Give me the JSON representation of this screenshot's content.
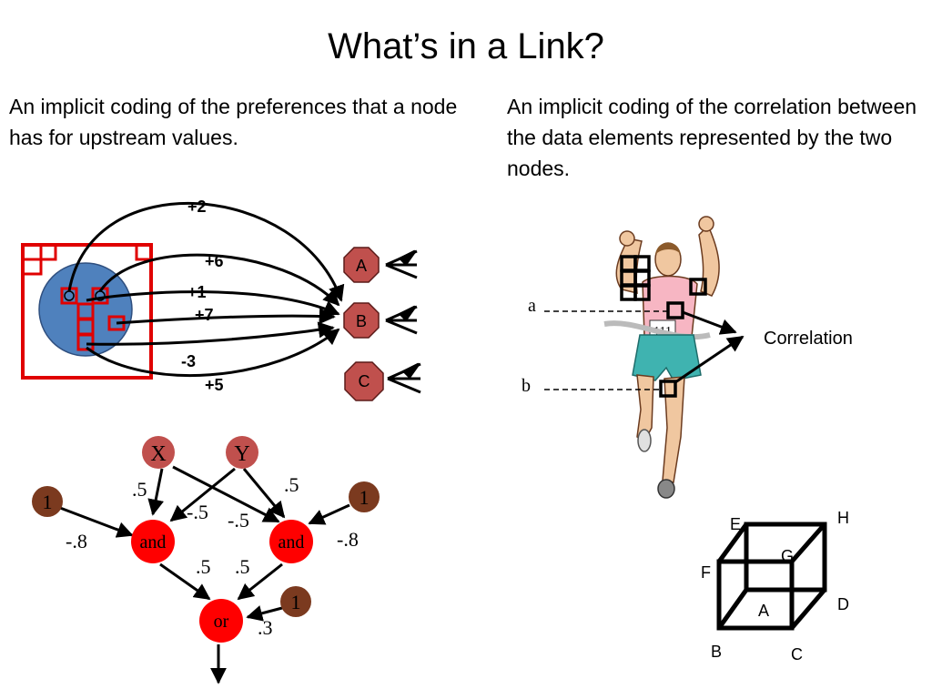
{
  "title": "What’s in a Link?",
  "captions": {
    "left": "An implicit coding of the preferences that a node has for upstream values.",
    "right": "An implicit coding of the correlation between the data elements represented by the two nodes."
  },
  "colors": {
    "octagon_fill": "#c0504d",
    "blue_node": "#4f81bd",
    "red_accent": "#e00000",
    "logic_red": "#ff0000",
    "input_rose": "#c0504d",
    "bias_brown": "#7b3a1f"
  },
  "preference": {
    "weights": [
      "+2",
      "+6",
      "+1",
      "+7",
      "-3",
      "+5"
    ],
    "targets": [
      "A",
      "B",
      "C"
    ]
  },
  "logic": {
    "inputs": [
      "X",
      "Y"
    ],
    "bias": "1",
    "gates": {
      "and": "and",
      "or": "or"
    },
    "weights": {
      "x_and_left": ".5",
      "y_and_right": ".5",
      "y_and_left": "-.5",
      "x_and_right": "-.5",
      "bias_left": "-.8",
      "bias_right": "-.8",
      "and_left_or": ".5",
      "and_right_or": ".5",
      "bias_or": ".3"
    }
  },
  "runner": {
    "label_a": "a",
    "label_b": "b",
    "bib": "111",
    "correlation_label": "Correlation"
  },
  "cube": {
    "vertices": [
      "E",
      "H",
      "G",
      "F",
      "D",
      "A",
      "B",
      "C"
    ]
  }
}
